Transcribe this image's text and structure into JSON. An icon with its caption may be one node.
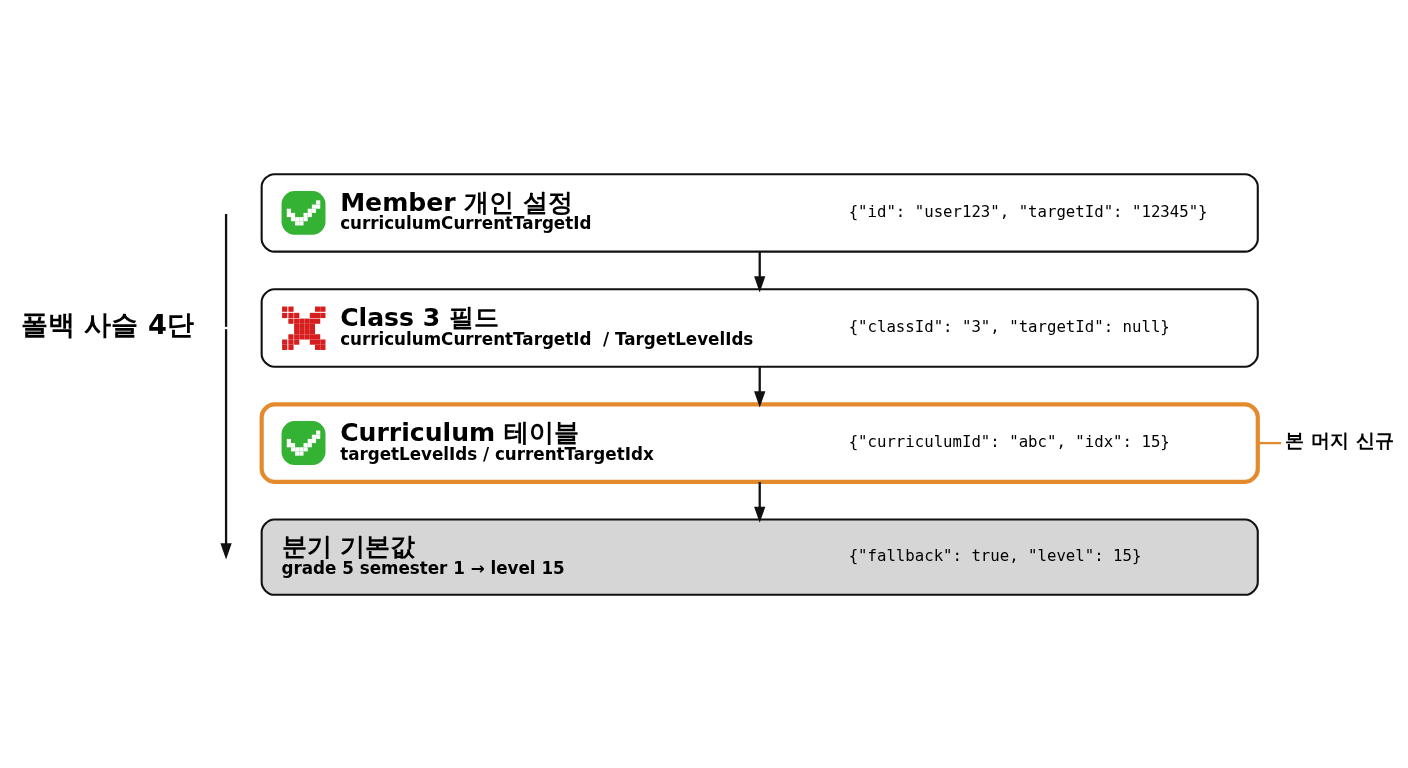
{
  "diagram": {
    "nodes": [
      {
        "text": [
          "Member 개인 설정",
          "curriculumCurrentTargetId",
          "{\"id\": \"user123\", \"targetId\": \"12345\"}"
        ]
      },
      {
        "text": [
          "Class 3 필드",
          "curriculumCurrentTargetId  / TargetLevelIds",
          "{\"classId\": \"3\", \"targetId\": null}"
        ]
      },
      {
        "text": [
          "Curriculum 테이블",
          "targetLevelIds / currentTargetIdx",
          "{\"curriculumId\": \"abc\", \"idx\": 15}"
        ]
      },
      {
        "text": [
          "분기 기본값",
          "grade 5 semester 1 → level 15",
          "{\"fallback\": true, \"level\": 15}"
        ]
      },
      {
        "text": [
          "본 머지 신규"
        ]
      }
    ],
    "edges": [
      {
        "from": 0,
        "to": 1,
        "arrow": "to"
      },
      {
        "from": 1,
        "to": 2,
        "arrow": "to"
      },
      {
        "from": 2,
        "to": 3,
        "arrow": "to"
      },
      {
        "from": 2,
        "to": 4,
        "arrow": "none",
        "color": "#e38b2c"
      }
    ],
    "labels": [
      "폴백 사슬 4단"
    ]
  }
}
